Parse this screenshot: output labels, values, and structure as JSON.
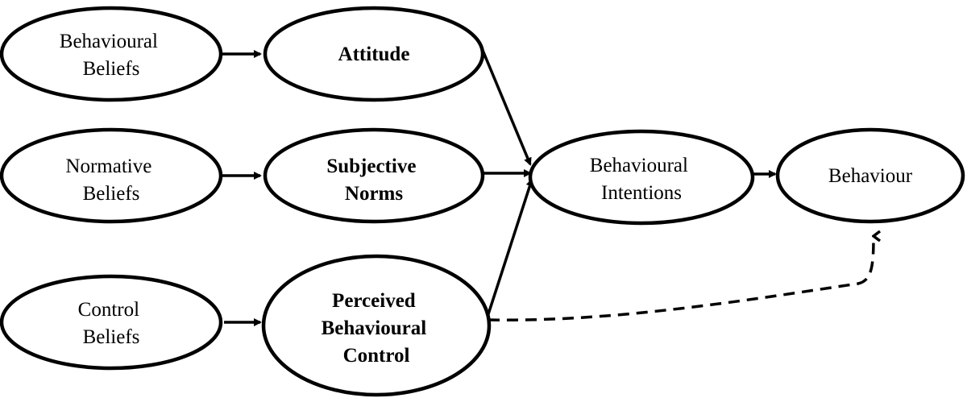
{
  "nodes": {
    "behavioural_beliefs": {
      "lines": [
        "Behavioural",
        "Beliefs"
      ],
      "bold": false
    },
    "attitude": {
      "lines": [
        "Attitude"
      ],
      "bold": true
    },
    "normative_beliefs": {
      "lines": [
        "Normative",
        "Beliefs"
      ],
      "bold": false
    },
    "subjective_norms": {
      "lines": [
        "Subjective",
        "Norms"
      ],
      "bold": true
    },
    "control_beliefs": {
      "lines": [
        "Control",
        "Beliefs"
      ],
      "bold": false
    },
    "perceived_behavioural_control": {
      "lines": [
        "Perceived",
        "Behavioural",
        "Control"
      ],
      "bold": true
    },
    "behavioural_intentions": {
      "lines": [
        "Behavioural",
        "Intentions"
      ],
      "bold": false
    },
    "behaviour": {
      "lines": [
        "Behaviour"
      ],
      "bold": false
    }
  },
  "edges": [
    {
      "from": "behavioural_beliefs",
      "to": "attitude",
      "style": "solid"
    },
    {
      "from": "normative_beliefs",
      "to": "subjective_norms",
      "style": "solid"
    },
    {
      "from": "control_beliefs",
      "to": "perceived_behavioural_control",
      "style": "solid"
    },
    {
      "from": "attitude",
      "to": "behavioural_intentions",
      "style": "solid"
    },
    {
      "from": "subjective_norms",
      "to": "behavioural_intentions",
      "style": "solid"
    },
    {
      "from": "perceived_behavioural_control",
      "to": "behavioural_intentions",
      "style": "solid"
    },
    {
      "from": "behavioural_intentions",
      "to": "behaviour",
      "style": "solid"
    },
    {
      "from": "perceived_behavioural_control",
      "to": "behaviour",
      "style": "dashed"
    }
  ]
}
